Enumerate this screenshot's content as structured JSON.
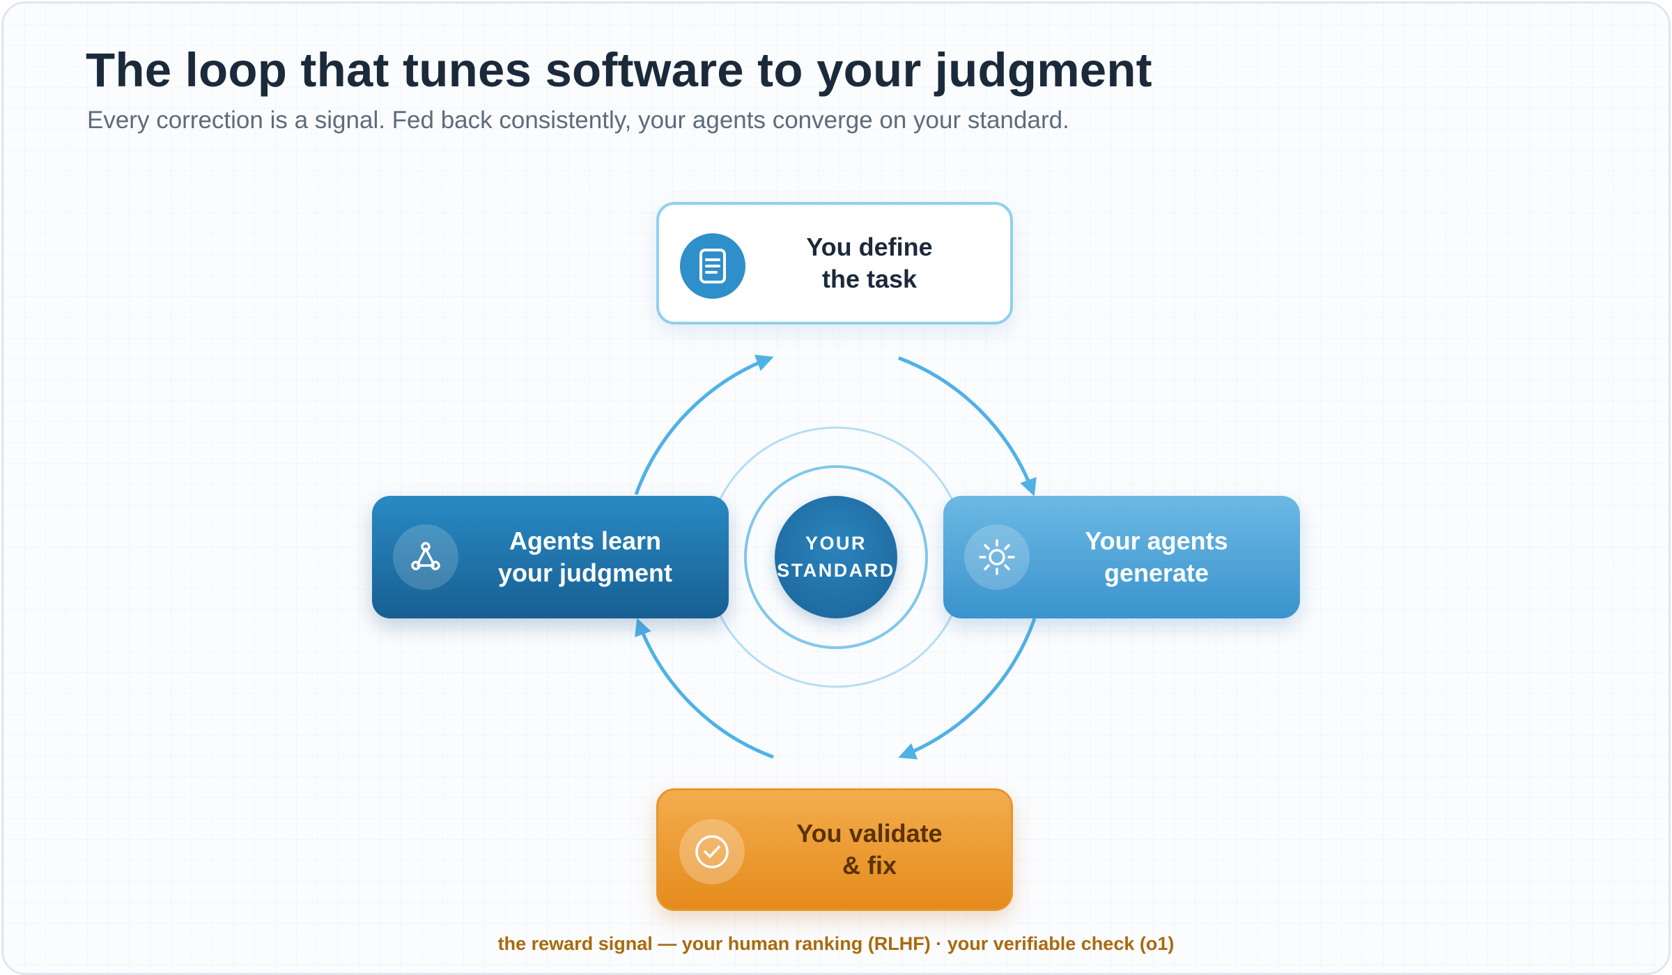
{
  "header": {
    "title": "The loop that tunes software to your judgment",
    "subtitle": "Every correction is a signal. Fed back consistently, your agents converge on your standard."
  },
  "loop": {
    "center": {
      "label": "YOUR\nSTANDARD"
    },
    "steps": [
      {
        "id": "define",
        "label": "You define\nthe task",
        "icon": "document-icon",
        "position": "top"
      },
      {
        "id": "generate",
        "label": "Your agents\ngenerate",
        "icon": "sun-icon",
        "position": "right"
      },
      {
        "id": "validate",
        "label": "You validate\n& fix",
        "icon": "check-circle-icon",
        "position": "bottom"
      },
      {
        "id": "learn",
        "label": "Agents learn\nyour judgment",
        "icon": "network-icon",
        "position": "left"
      }
    ],
    "flow_direction": "clockwise"
  },
  "footer": {
    "note": "the reward signal — your human ranking (RLHF) · your verifiable check (o1)"
  },
  "colors": {
    "title": "#1b2a3b",
    "subtitle": "#5d6b7b",
    "arrow": "#4fb2e6",
    "define_border": "#8fd0ef",
    "generate_fill": "#4aa3d8",
    "learn_fill": "#1f74aa",
    "validate_fill": "#ee9b32",
    "center_fill": "#1f6fa6",
    "footer_text": "#a96a0d"
  }
}
